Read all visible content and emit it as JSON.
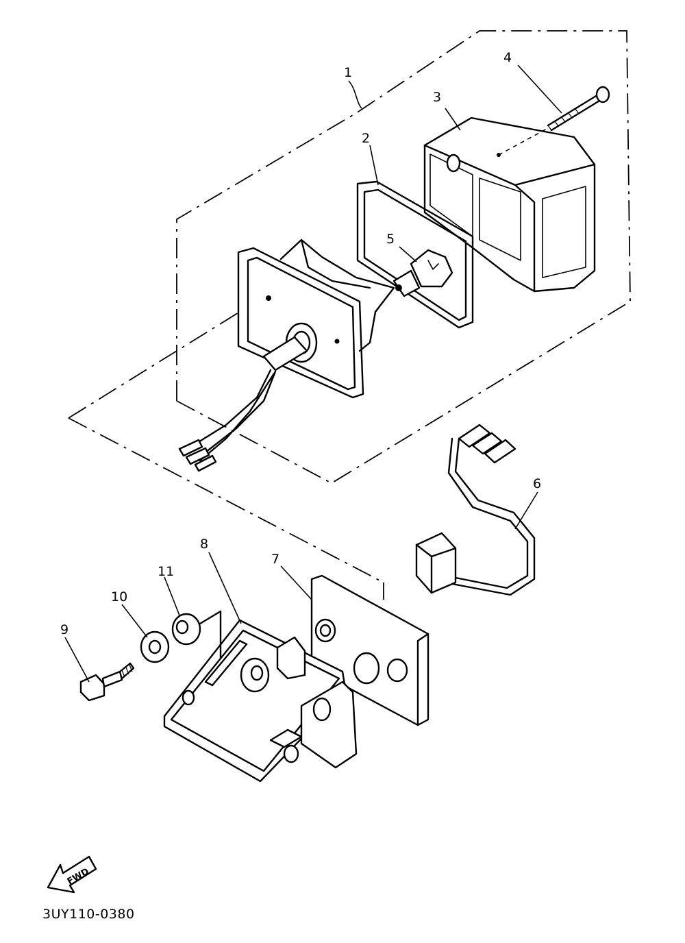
{
  "diagram": {
    "callouts": [
      "1",
      "2",
      "3",
      "4",
      "5",
      "6",
      "7",
      "8",
      "9",
      "10",
      "11"
    ],
    "direction_arrow_label": "FWD",
    "drawing_code": "3UY110-0380"
  }
}
